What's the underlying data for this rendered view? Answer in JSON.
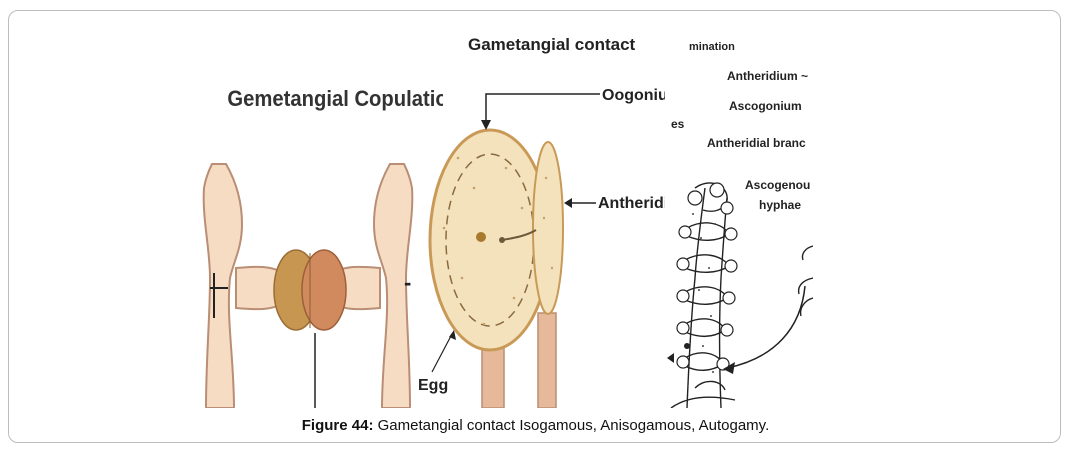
{
  "figure": {
    "caption_label": "Figure 44:",
    "caption_text": " Gametangial contact Isogamous, Anisogamous, Autogamy.",
    "colors": {
      "hypha": "#f7dcc4",
      "hypha_outline": "#b98e74",
      "gametangium_left": "#c79650",
      "gametangium_right": "#d08a5e",
      "oogonium_fill": "#f4e2bd",
      "oogonium_outline": "#c99a57",
      "stalk": "#e6b99a"
    }
  },
  "panels": {
    "isogamous": {
      "title": "Gemetangial Copulation",
      "minus_sign": "-"
    },
    "anisogamous": {
      "title": "Gametangial contact",
      "oogonium_label": "Oogonium",
      "antheridium_label": "Antheridium",
      "egg_label": "Egg"
    },
    "autogamy": {
      "top_cut_label": "mination",
      "antheridium_label": "Antheridium ~",
      "ascogonium_label": "Ascogonium",
      "es_label": "es",
      "antheridial_branch_label": "Antheridial branc",
      "ascogenous_label_1": "Ascogenou",
      "ascogenous_label_2": "hyphae"
    }
  }
}
